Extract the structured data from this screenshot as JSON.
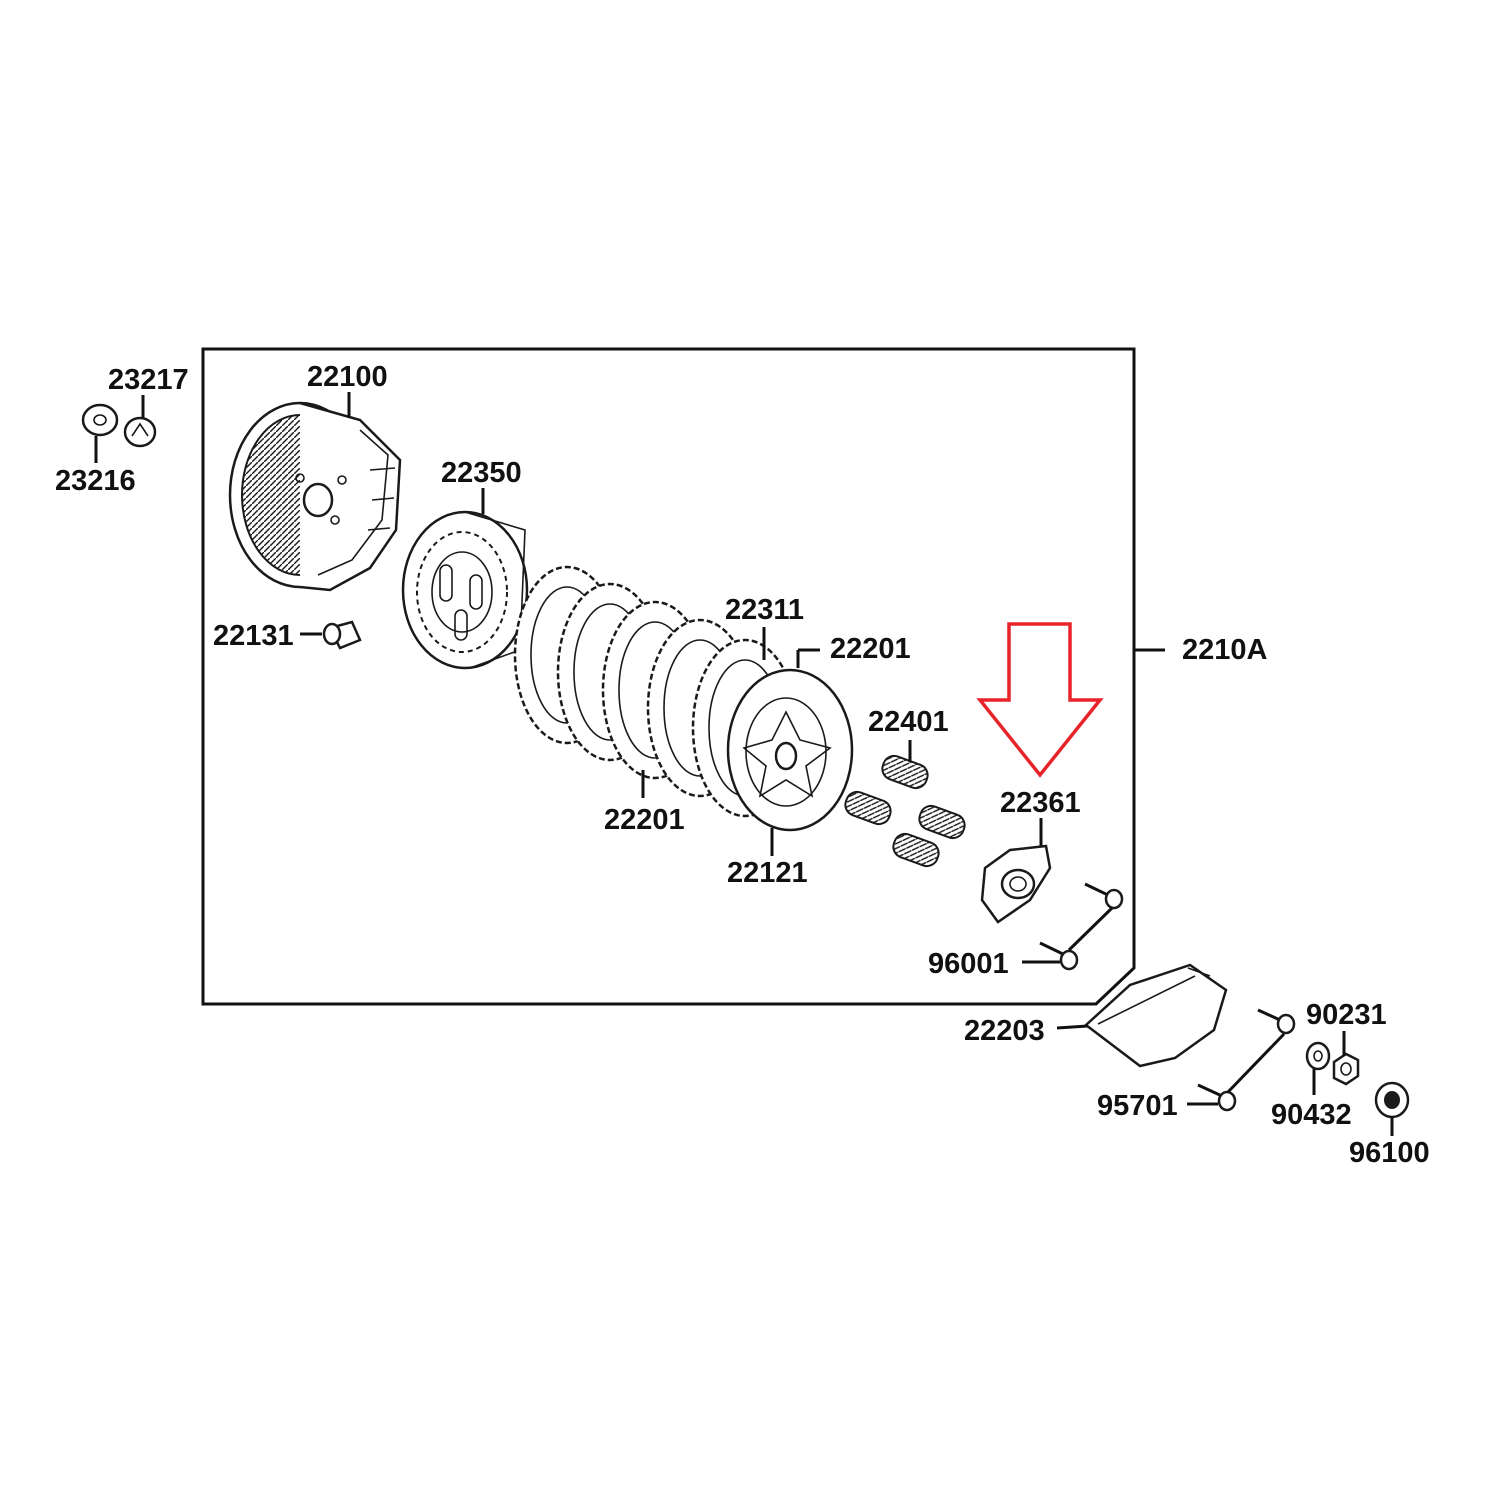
{
  "labels": {
    "p23217": "23217",
    "p23216": "23216",
    "p22100": "22100",
    "p22350": "22350",
    "p22131": "22131",
    "p22311": "22311",
    "p22201_top": "22201",
    "p22201_bottom": "22201",
    "p22121": "22121",
    "p22401": "22401",
    "p22361": "22361",
    "p96001": "96001",
    "p2210A": "2210A",
    "p22203": "22203",
    "p90231": "90231",
    "p90432": "90432",
    "p95701": "95701",
    "p96100": "96100"
  },
  "highlight": {
    "part": "22361",
    "color": "#e8232a"
  }
}
